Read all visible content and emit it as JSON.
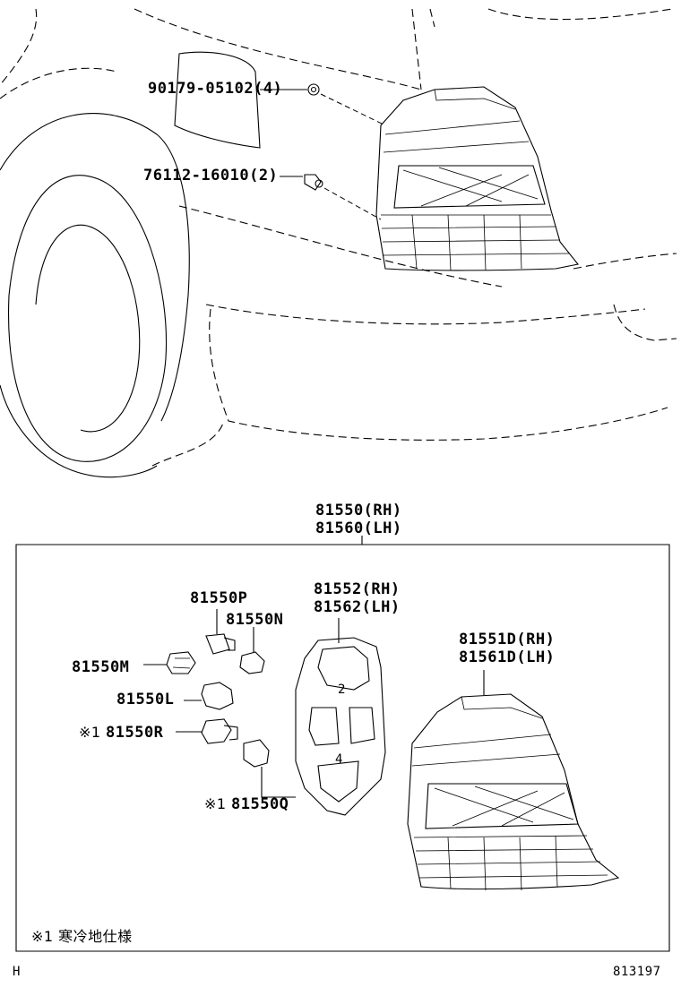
{
  "callouts": {
    "nut": "90179-05102(4)",
    "clip": "76112-16010(2)",
    "assembly_rh": "81550(RH)",
    "assembly_lh": "81560(LH)",
    "gasket_rh": "81552(RH)",
    "gasket_lh": "81562(LH)",
    "lens_rh": "81551D(RH)",
    "lens_lh": "81561D(LH)",
    "socket_p": "81550P",
    "bulb_n": "81550N",
    "socket_m": "81550M",
    "bulb_l": "81550L",
    "socket_r": "81550R",
    "bulb_q": "81550Q",
    "cold_mark_1": "※1",
    "cold_mark_2": "※1"
  },
  "gasket_marks": {
    "upper": "2",
    "lower": "4"
  },
  "legend": {
    "note": "※1 寒冷地仕様"
  },
  "footer": {
    "left_code": "H",
    "figure_number": "813197"
  }
}
